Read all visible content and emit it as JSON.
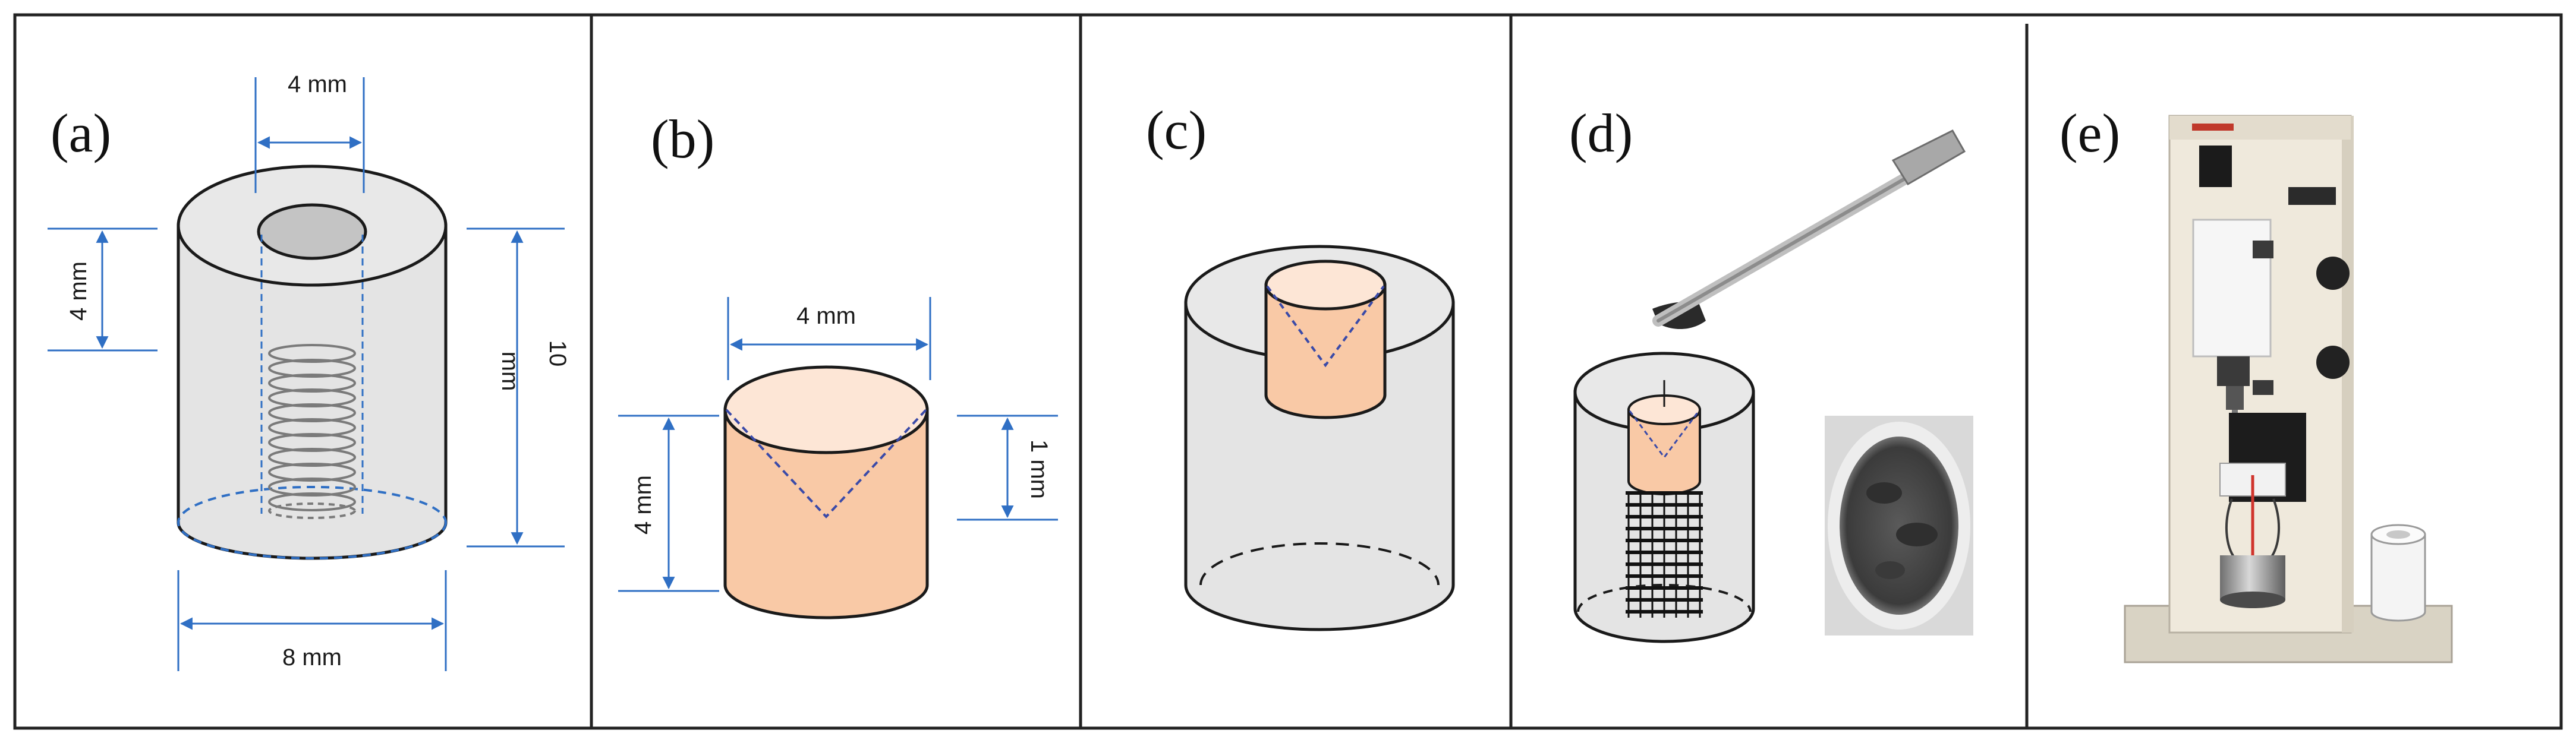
{
  "panels": [
    {
      "label": "(a)"
    },
    {
      "label": "(b)"
    },
    {
      "label": "(c)"
    },
    {
      "label": "(d)"
    },
    {
      "label": "(e)"
    }
  ],
  "dimensions": {
    "a_top_width": "4 mm",
    "a_left_height": "4 mm",
    "a_right_height_line1": "10",
    "a_right_height_line2": "mm",
    "a_bottom_width": "8 mm",
    "b_top_width": "4 mm",
    "b_left_height": "4 mm",
    "b_right_depth": "1 mm"
  },
  "colors": {
    "dimension_line": "#2f6fc4",
    "shell_fill": "#e4e4e4",
    "sample_fill": "#f9c9a6",
    "sample_top": "#fde6d6",
    "powder": "#4f4f4f"
  },
  "icons": [
    "spatula-icon",
    "powder-dish-icon",
    "instrument-icon",
    "holder-cylinder-icon"
  ]
}
